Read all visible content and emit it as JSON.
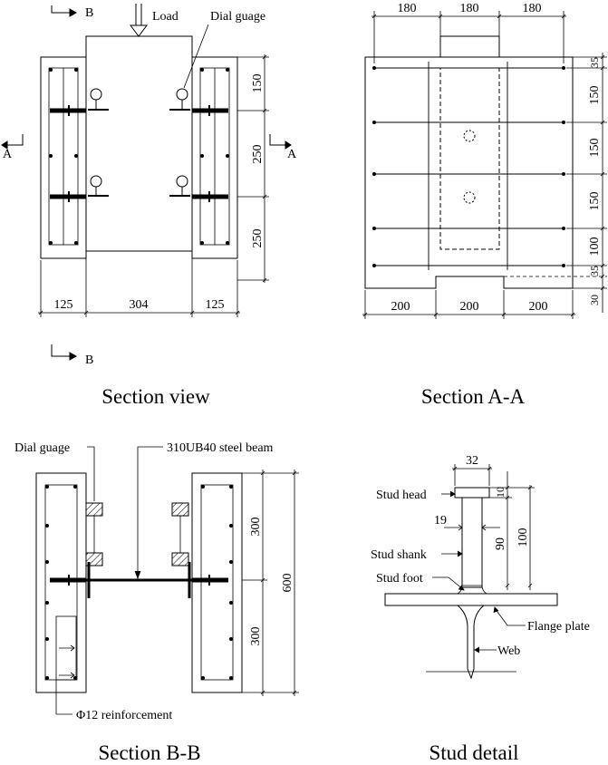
{
  "panels": {
    "section_view": {
      "caption": "Section view",
      "load_label": "Load",
      "dial_label": "Dial guage",
      "cut_a": "A",
      "cut_b": "B",
      "dims_bottom": [
        "125",
        "304",
        "125"
      ],
      "dims_right": [
        "150",
        "250",
        "250"
      ]
    },
    "section_aa": {
      "caption": "Section A-A",
      "dims_top": [
        "180",
        "180",
        "180"
      ],
      "dims_bottom": [
        "200",
        "200",
        "200"
      ],
      "dims_right": [
        "35",
        "150",
        "150",
        "150",
        "100",
        "35",
        "30"
      ]
    },
    "section_bb": {
      "caption": "Section B-B",
      "dial_label": "Dial guage",
      "beam_label": "310UB40 steel beam",
      "rebar_label": "Φ12 reinforcement",
      "dims_right_inner": [
        "300",
        "300"
      ],
      "dim_total": "600"
    },
    "stud_detail": {
      "caption": "Stud detail",
      "head_label": "Stud head",
      "shank_label": "Stud shank",
      "foot_label": "Stud foot",
      "flange_label": "Flange plate",
      "web_label": "Web",
      "dim_head_width": "32",
      "dim_shank_dia": "19",
      "dim_head_height": "10",
      "dim_shank_height": "90",
      "dim_total_height": "100"
    }
  }
}
